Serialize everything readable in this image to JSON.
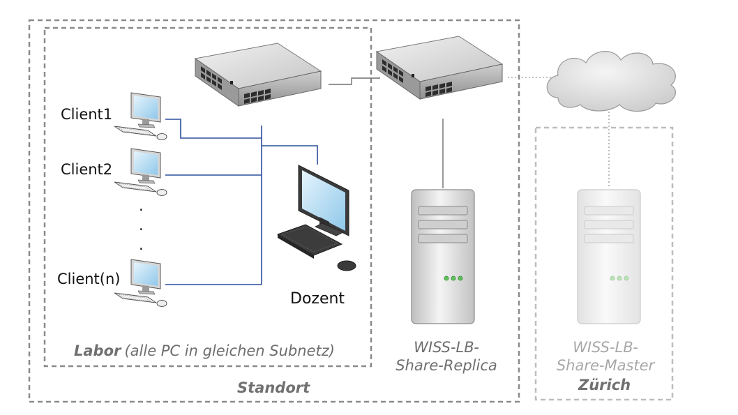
{
  "zones": {
    "labor": {
      "title": "Labor",
      "subtitle": "(alle PC in gleichen Subnetz)"
    },
    "standort": {
      "title": "Standort"
    },
    "zurich": {
      "title": "Zürich"
    }
  },
  "clients": {
    "client1": "Client1",
    "client2": "Client2",
    "clientn": "Client(n)",
    "ellipsis": ".",
    "icon": "workstation-icon"
  },
  "dozent": {
    "label": "Dozent",
    "icon": "desktop-computer-icon"
  },
  "servers": {
    "replica": {
      "line1": "WISS-LB-",
      "line2": "Share-Replica",
      "icon": "tower-server-icon"
    },
    "master": {
      "line1": "WISS-LB-",
      "line2": "Share-Master",
      "icon": "tower-server-icon"
    }
  },
  "devices": {
    "lab_switch": "network-switch-icon",
    "site_switch": "network-switch-icon",
    "internet": "cloud-icon"
  },
  "colors": {
    "lan_line": "#2b4f9a",
    "uplink_line": "#6f6f6f",
    "zone_border": "#8a8a8a",
    "zurich_border": "#bdbdbd"
  }
}
